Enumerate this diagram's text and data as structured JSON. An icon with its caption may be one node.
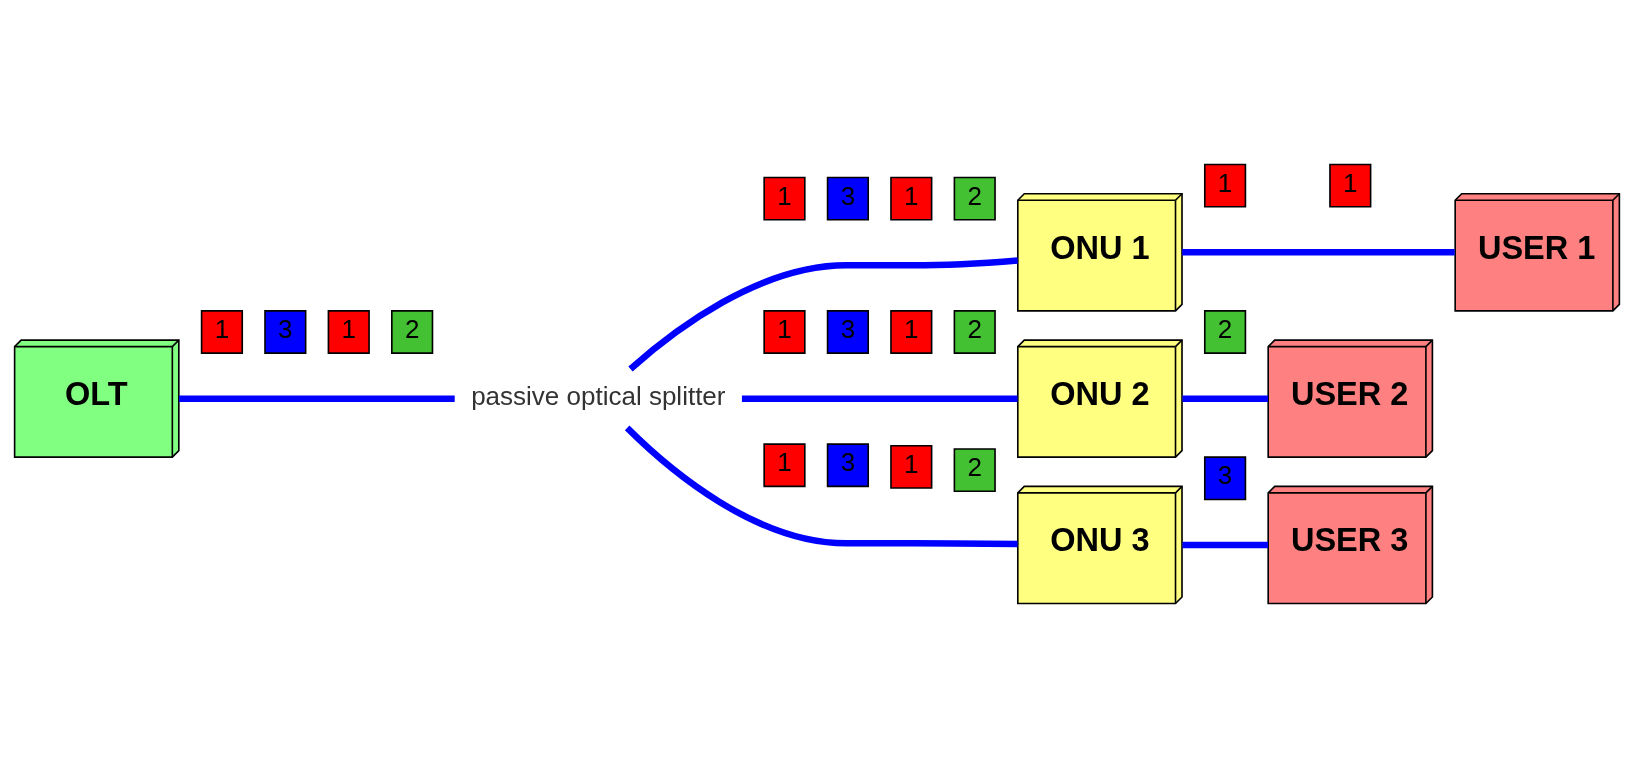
{
  "diagram": {
    "nodes": [
      {
        "text": [
          "OLT"
        ]
      },
      {
        "text": [
          "1"
        ]
      },
      {
        "text": [
          "3"
        ]
      },
      {
        "text": [
          "1"
        ]
      },
      {
        "text": [
          "2"
        ]
      },
      {
        "text": [
          "passive optical splitter"
        ]
      },
      {
        "text": [
          "1"
        ]
      },
      {
        "text": [
          "3"
        ]
      },
      {
        "text": [
          "1"
        ]
      },
      {
        "text": [
          "2"
        ]
      },
      {
        "text": [
          "ONU 1"
        ]
      },
      {
        "text": [
          "1"
        ]
      },
      {
        "text": [
          "1"
        ]
      },
      {
        "text": [
          "USER 1"
        ]
      },
      {
        "text": [
          "1"
        ]
      },
      {
        "text": [
          "3"
        ]
      },
      {
        "text": [
          "1"
        ]
      },
      {
        "text": [
          "2"
        ]
      },
      {
        "text": [
          "ONU 2"
        ]
      },
      {
        "text": [
          "2"
        ]
      },
      {
        "text": [
          "USER 2"
        ]
      },
      {
        "text": [
          "1"
        ]
      },
      {
        "text": [
          "3"
        ]
      },
      {
        "text": [
          "1"
        ]
      },
      {
        "text": [
          "2"
        ]
      },
      {
        "text": [
          "ONU 3"
        ]
      },
      {
        "text": [
          "3"
        ]
      },
      {
        "text": [
          "USER 3"
        ]
      }
    ],
    "edges": [
      {
        "from": 0,
        "to": 5,
        "arrow": "none"
      },
      {
        "from": 5,
        "to": 10,
        "arrow": "none"
      },
      {
        "from": 5,
        "to": 18,
        "arrow": "none"
      },
      {
        "from": 5,
        "to": 25,
        "arrow": "none"
      },
      {
        "from": 10,
        "to": 13,
        "arrow": "none"
      },
      {
        "from": 18,
        "to": 20,
        "arrow": "none"
      },
      {
        "from": 25,
        "to": 27,
        "arrow": "none"
      }
    ]
  }
}
